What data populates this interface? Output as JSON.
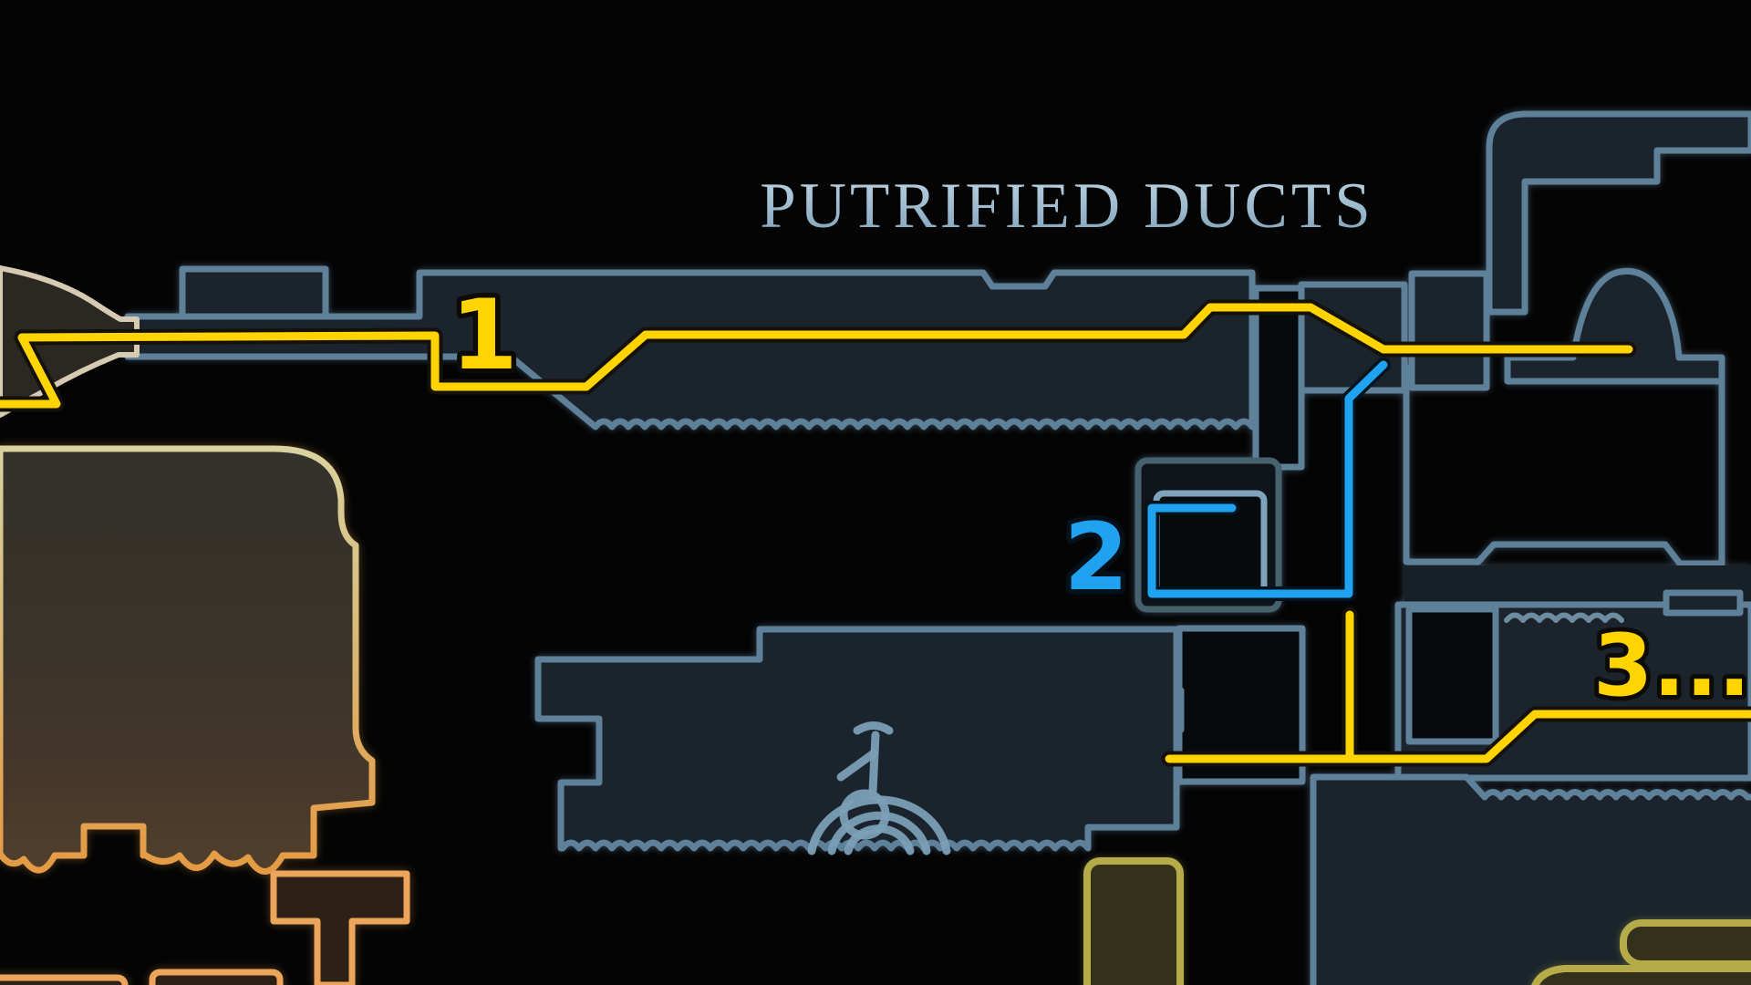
{
  "title": {
    "text": "PUTRIFIED DUCTS",
    "color": "#9cbdd2"
  },
  "markers": [
    {
      "label": "1",
      "color": "#ffd400"
    },
    {
      "label": "2",
      "color": "#1fa3f0"
    },
    {
      "label": "3...",
      "color": "#ffd400"
    }
  ],
  "colors": {
    "background": "#040404",
    "route_yellow": "#ffd400",
    "route_yellow_outline": "#14110a",
    "route_blue": "#1fa3f0",
    "route_blue_outline": "#04141f",
    "room_outline": "#5e8099",
    "room_fill": "#1b242c",
    "left_room_outline_top": "#d8d09c",
    "left_room_outline_bottom": "#e59a43",
    "olive_outline": "#b5ab48",
    "funnel_outline": "#d6cab2",
    "marker_outline": "#0d0b05"
  },
  "icons": [
    {
      "name": "bell-dome-icon"
    }
  ]
}
